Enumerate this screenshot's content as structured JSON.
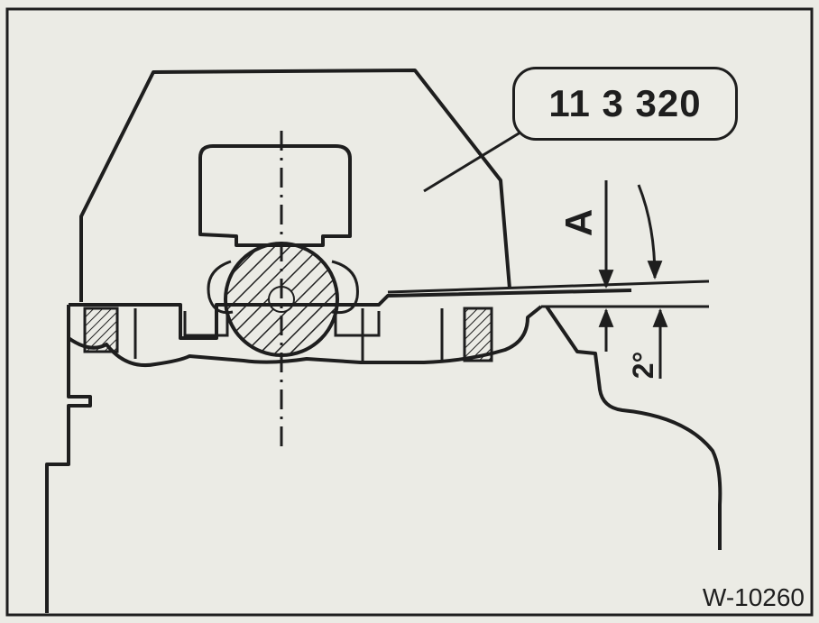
{
  "diagram": {
    "tool_number": "11 3 320",
    "dimension_label": "A",
    "angle_label": "2°",
    "figure_id": "W-10260"
  },
  "colors": {
    "ink": "#1e1e1e",
    "paper": "#ebebe5"
  }
}
